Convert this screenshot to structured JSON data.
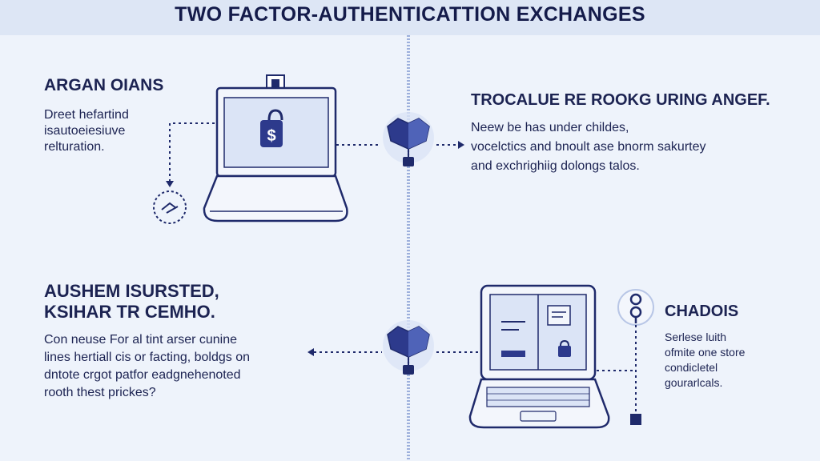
{
  "header": {
    "title": "TWO FACTOR-AUTHENTICATTION EXCHANGES"
  },
  "sections": {
    "top_left": {
      "heading": "ARGAN OIANS",
      "body": "Dreet hefartind\nisautoeiesiuve\nrelturation."
    },
    "top_right": {
      "heading": "TROCALUE RE ROOKG URING ANGEF.",
      "body": "Neew be has under childes,\nvocelctics and bnoult ase bnorm sakurtey\nand exchrighiig dolongs talos."
    },
    "bottom_left": {
      "heading_line1": "AUSHEM ISURSTED,",
      "heading_line2": "KSIHAR TR CEMHO.",
      "body": "Con neuse For al tint arser cunine\nlines hertiall cis or facting, boldgs on\ndntote crgot patfor eadgnehenoted\nrooth thest prickes?"
    },
    "bottom_right": {
      "heading": "CHADOIS",
      "body": "Serlese luith\nofmite one store\ncondicletel\ngourarlcals."
    }
  },
  "icons": {
    "laptop": "laptop-icon",
    "dollar_lock": "dollar-lock-icon",
    "shield": "shield-lock-icon",
    "key": "key-icon",
    "key_badge": "key-circle-icon"
  },
  "colors": {
    "background": "#eef3fb",
    "title_band": "#dde6f5",
    "navy": "#1f2a6b",
    "accent": "#3d4fa3",
    "panel": "#dbe4f6",
    "divider": "#9db0dc"
  }
}
